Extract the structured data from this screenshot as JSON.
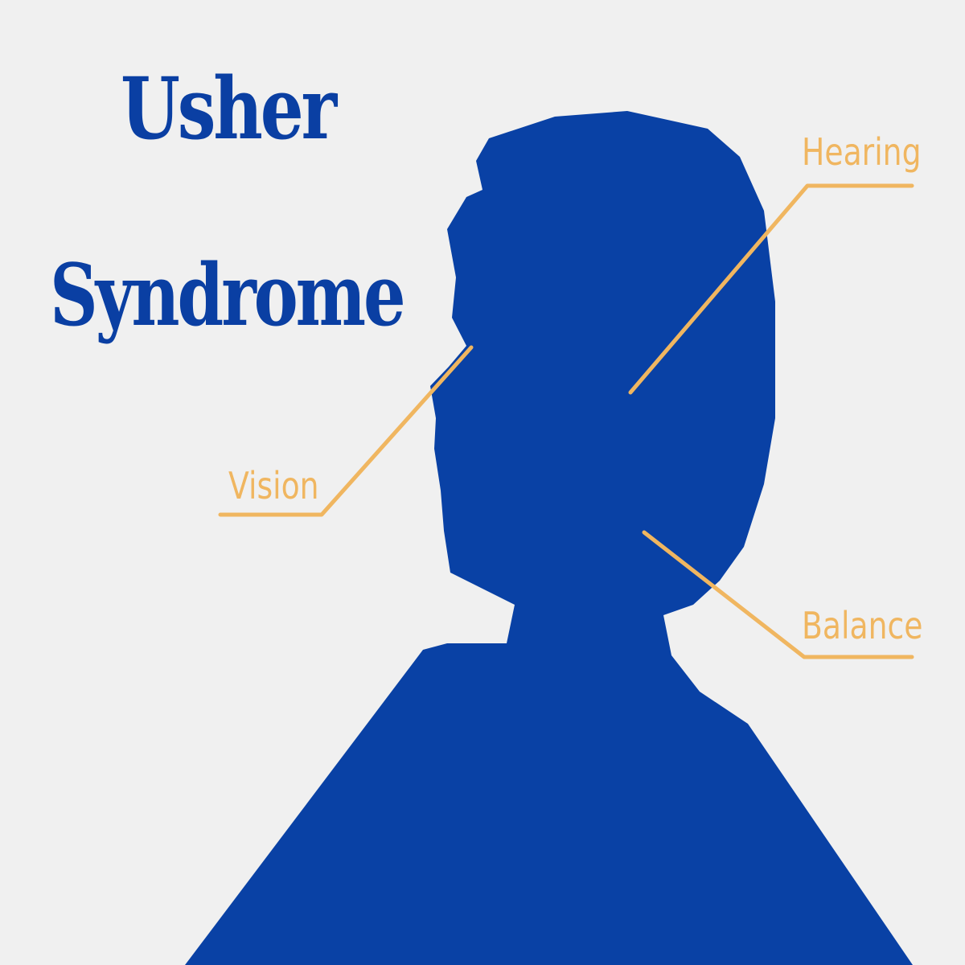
{
  "colors": {
    "background": "#f0f0f0",
    "silhouette": "#0941a5",
    "title_text": "#0a3fa3",
    "callout": "#f0b660"
  },
  "title": {
    "line1": "Usher",
    "line2": "Syndrome"
  },
  "callouts": {
    "hearing": "Hearing",
    "vision": "Vision",
    "balance": "Balance"
  }
}
